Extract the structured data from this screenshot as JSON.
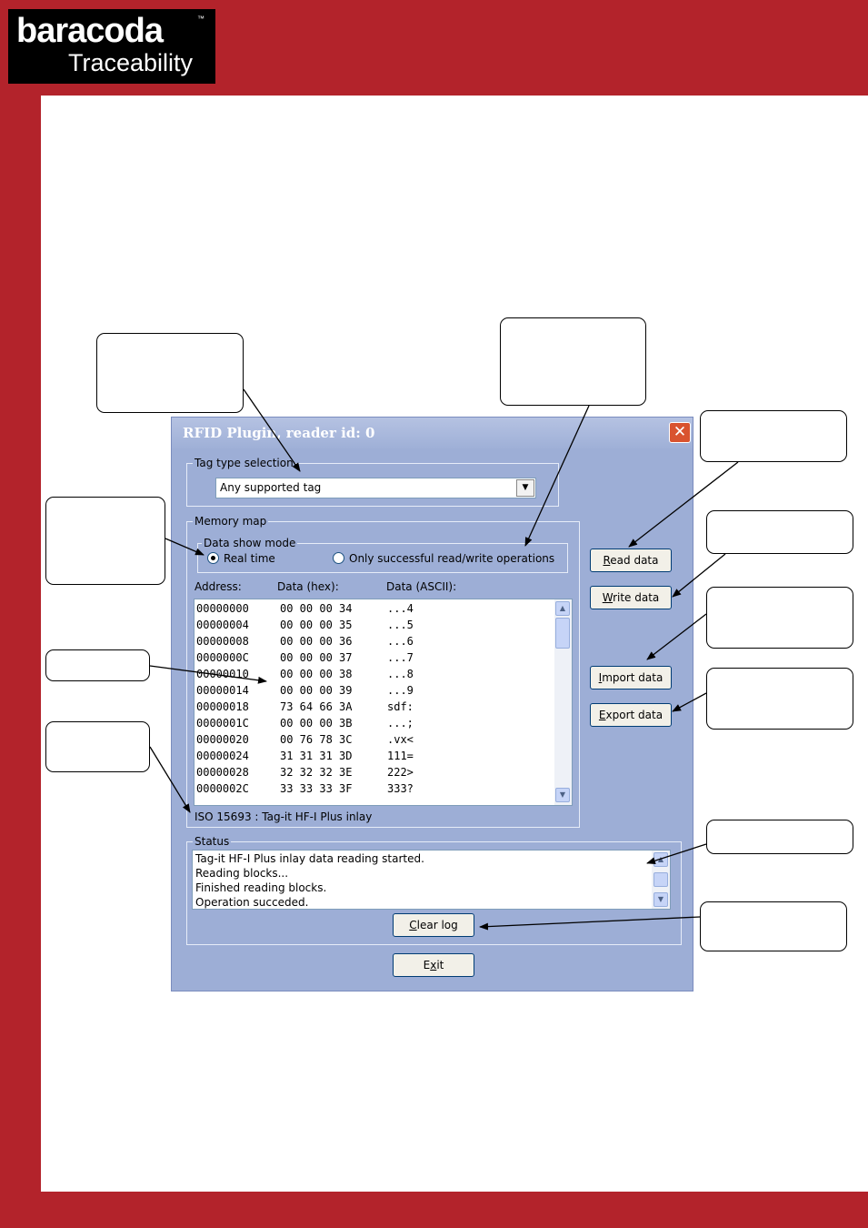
{
  "colors": {
    "brand": "#b3232b",
    "dialog_bg": "#9daed6"
  },
  "logo": {
    "main": "baracoda",
    "tm": "™",
    "sub": "Traceability"
  },
  "window": {
    "title": "RFID Plugin, reader id: 0",
    "close_icon": "close-icon",
    "tag_type": {
      "label": "Tag type selection",
      "selected": "Any supported tag"
    },
    "memory_map": {
      "label": "Memory map",
      "show_mode": {
        "label": "Data show mode",
        "option_realtime": "Real time",
        "option_success": "Only successful read/write operations",
        "selected": "Real time"
      },
      "headers": {
        "address": "Address:",
        "hex": "Data (hex):",
        "ascii": "Data (ASCII):"
      },
      "rows": [
        {
          "addr": "00000000",
          "hex": "00 00 00 34",
          "ascii": "...4"
        },
        {
          "addr": "00000004",
          "hex": "00 00 00 35",
          "ascii": "...5"
        },
        {
          "addr": "00000008",
          "hex": "00 00 00 36",
          "ascii": "...6"
        },
        {
          "addr": "0000000C",
          "hex": "00 00 00 37",
          "ascii": "...7"
        },
        {
          "addr": "00000010",
          "hex": "00 00 00 38",
          "ascii": "...8"
        },
        {
          "addr": "00000014",
          "hex": "00 00 00 39",
          "ascii": "...9"
        },
        {
          "addr": "00000018",
          "hex": "73 64 66 3A",
          "ascii": "sdf:"
        },
        {
          "addr": "0000001C",
          "hex": "00 00 00 3B",
          "ascii": "...;"
        },
        {
          "addr": "00000020",
          "hex": "00 76 78 3C",
          "ascii": ".vx<"
        },
        {
          "addr": "00000024",
          "hex": "31 31 31 3D",
          "ascii": "111="
        },
        {
          "addr": "00000028",
          "hex": "32 32 32 3E",
          "ascii": "222>"
        },
        {
          "addr": "0000002C",
          "hex": "33 33 33 3F",
          "ascii": "333?"
        }
      ],
      "tag_info": "ISO 15693 : Tag-it HF-I Plus inlay"
    },
    "status": {
      "label": "Status",
      "lines": [
        "Tag-it HF-I Plus inlay data reading started.",
        "Reading blocks...",
        "Finished reading blocks.",
        "Operation succeded."
      ]
    },
    "buttons": {
      "read": {
        "mnemonic": "R",
        "rest": "ead data"
      },
      "write": {
        "mnemonic": "W",
        "rest": "rite data"
      },
      "import": {
        "mnemonic": "I",
        "rest": "mport data"
      },
      "export": {
        "mnemonic": "E",
        "rest": "xport data"
      },
      "clear": {
        "mnemonic": "C",
        "rest": "lear log"
      },
      "exit": {
        "pre": "E",
        "mnemonic": "x",
        "rest": "it"
      }
    }
  }
}
